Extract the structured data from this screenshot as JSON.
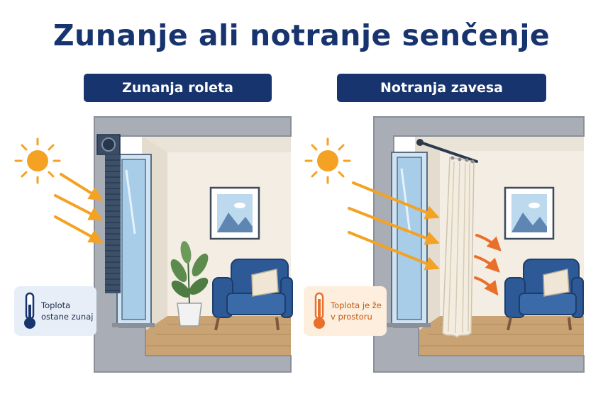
{
  "title": "Zunanje ali notranje senčenje",
  "left_panel": {
    "label": "Zunanja roleta",
    "note": "Toplota ostane zunaj"
  },
  "right_panel": {
    "label": "Notranja zavesa",
    "note": "Toplota je že v prostoru"
  },
  "colors": {
    "title": "#17346e",
    "label_bg": "#17346e",
    "sun": "#f4a223",
    "heat_arrow": "#e8702a",
    "wall": "#a8adb6",
    "armchair": "#2d5a96",
    "note_left_bg": "#e7eef7",
    "note_right_bg": "#fdeedd"
  },
  "icons": [
    "sun-icon",
    "thermometer-icon",
    "armchair-icon",
    "plant-icon",
    "picture-frame-icon",
    "roller-shutter-icon",
    "curtain-icon"
  ]
}
